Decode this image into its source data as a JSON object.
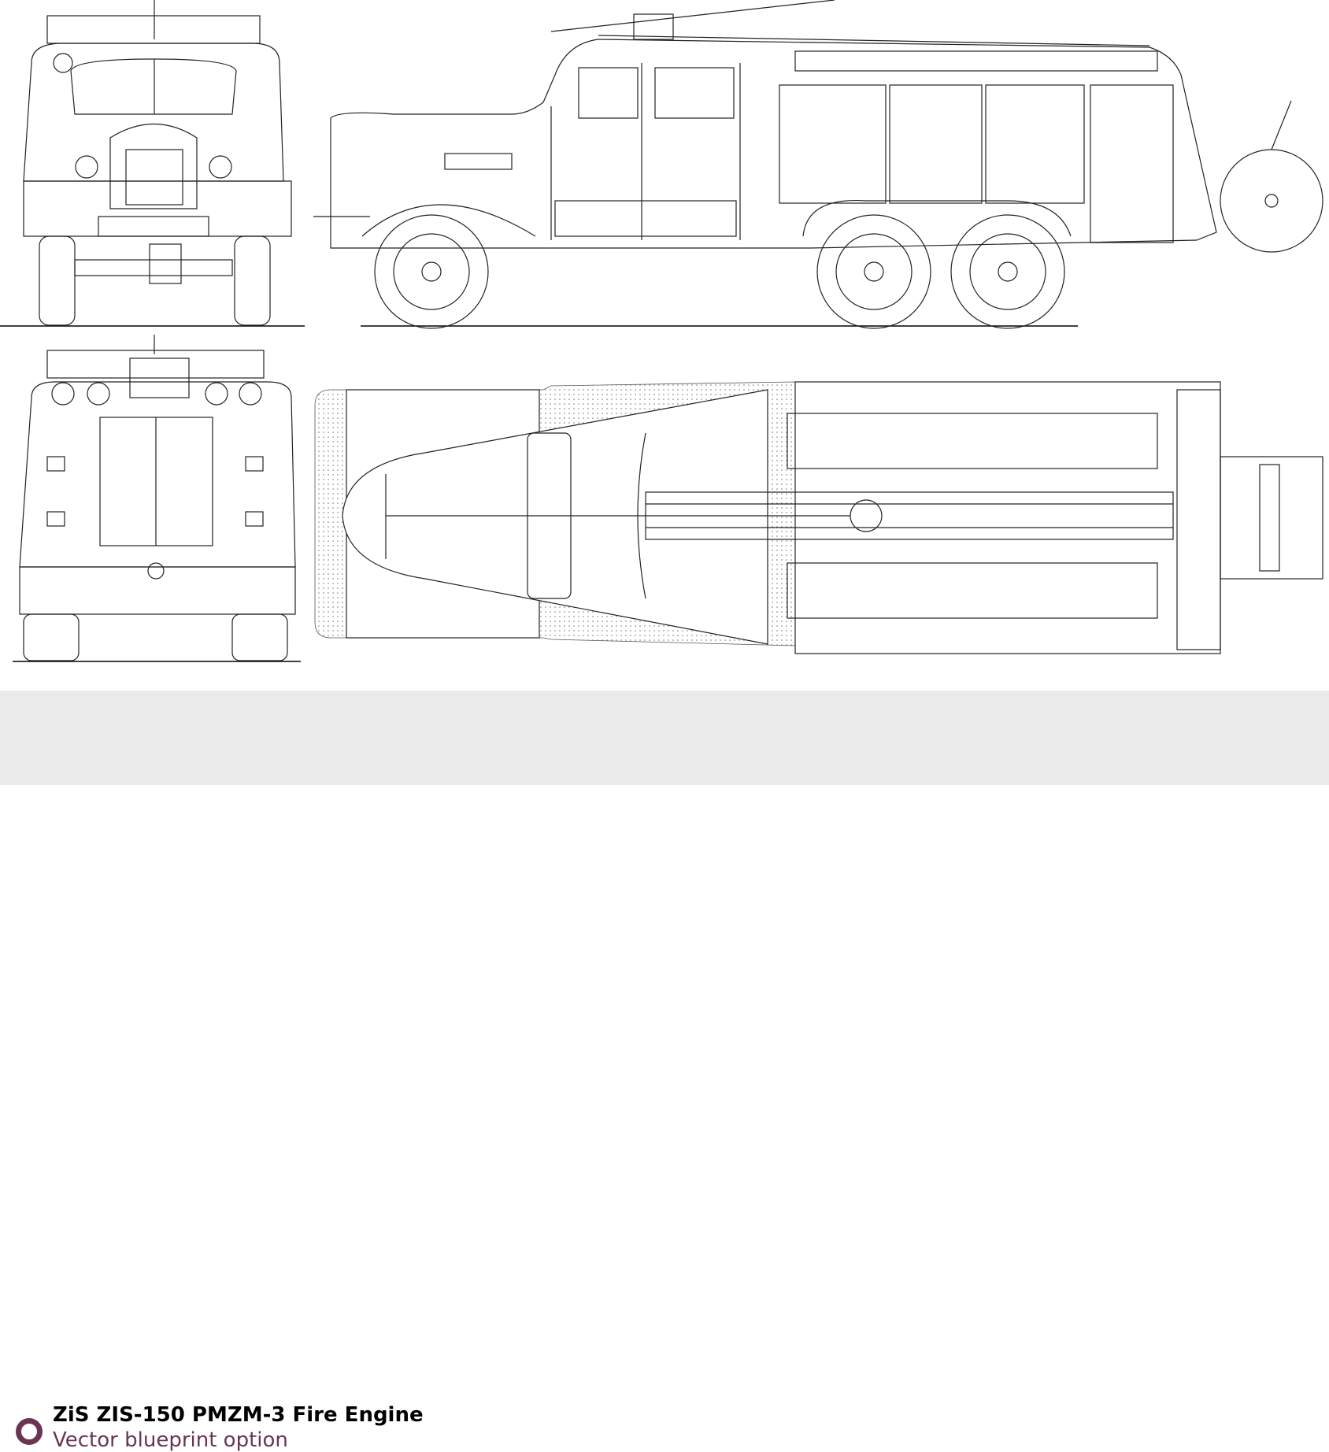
{
  "caption": {
    "title": "ZiS ZIS-150 PMZM-3 Fire Engine",
    "subtitle": "Vector blueprint option",
    "accent_color": "#6a3553",
    "icon": "ring-bullet-icon"
  },
  "drawing": {
    "views": [
      "front",
      "side",
      "rear",
      "top"
    ]
  }
}
